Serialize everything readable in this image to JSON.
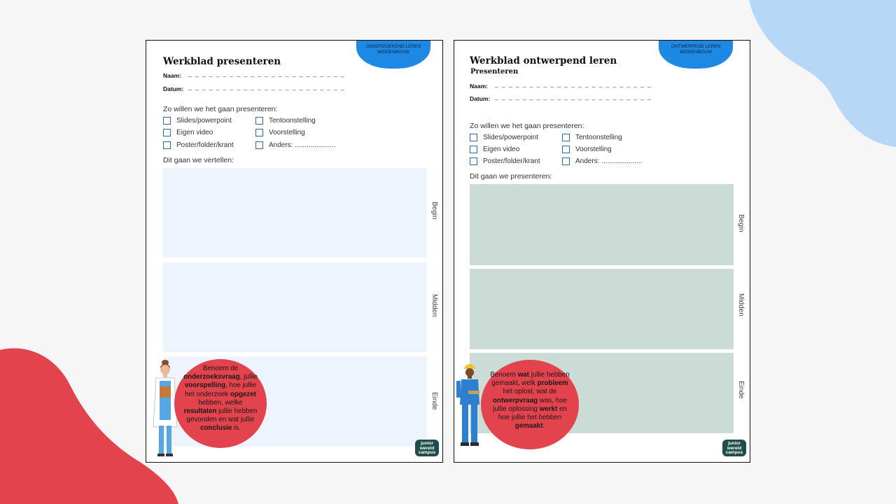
{
  "colors": {
    "accent_blue": "#1e88e5",
    "blob_red": "#e2434d",
    "blob_light_blue": "#b7d7f6",
    "panel_light_blue": "#edf4fd",
    "panel_sage": "#cbdbd6"
  },
  "left": {
    "tag_line1": "ONDERZOEKEND LEREN",
    "tag_line2": "MIDDENBOUW",
    "title": "Werkblad presenteren",
    "naam_label": "Naam:",
    "datum_label": "Datum:",
    "dash_line": "_ _ _ _ _ _ _ _ _ _ _ _ _ _ _ _ _ _ _ _ _ _ _",
    "question": "Zo willen we het gaan presenteren:",
    "options": [
      "Slides/powerpoint",
      "Eigen video",
      "Poster/folder/krant",
      "Tentoonstelling",
      "Voorstelling",
      "Anders: ....................."
    ],
    "tell_label": "Dit gaan we vertellen:",
    "sections": [
      "Begin",
      "Midden",
      "Einde"
    ],
    "bubble": {
      "t1": "Benoem de",
      "b1": "onderzoeksvraag",
      "t2": ",",
      "t3": "jullie",
      "b2": "voorspelling",
      "t4": ", hoe jullie het onderzoek",
      "b3": "opgezet",
      "t5": "hebben, welke",
      "b4": "resultaten",
      "t6": "jullie hebben gevonden en wat jullie",
      "b5": "conclusie",
      "t7": "is."
    },
    "logo_lines": [
      "junior",
      "wereld",
      "campus"
    ]
  },
  "right": {
    "tag_line1": "ONTWERPEND LEREN",
    "tag_line2": "MIDDENBOUW",
    "title": "Werkblad ontwerpend leren",
    "subtitle": "Presenteren",
    "naam_label": "Naam:",
    "datum_label": "Datum:",
    "dash_line": "_ _ _ _ _ _ _ _ _ _ _ _ _ _ _ _ _ _ _ _ _ _ _",
    "question": "Zo willen we het gaan presenteren:",
    "options": [
      "Slides/powerpoint",
      "Eigen video",
      "Poster/folder/krant",
      "Tentoonstelling",
      "Voorstelling",
      "Anders: ....................."
    ],
    "tell_label": "Dit gaan we presenteren:",
    "sections": [
      "Begin",
      "Midden",
      "Einde"
    ],
    "bubble": {
      "t1": "Benoem",
      "b1": "wat",
      "t2": "jullie hebben gemaakt, welk",
      "b2": "probleem",
      "t3": "het oplost, wat de",
      "b3": "ontwerpvraag",
      "t4": "was, hoe jullie oplossing",
      "b4": "werkt",
      "t5": "en hoe jullie het hebben",
      "b5": "gemaakt",
      "t6": "."
    },
    "logo_lines": [
      "junior",
      "wereld",
      "campus"
    ]
  }
}
